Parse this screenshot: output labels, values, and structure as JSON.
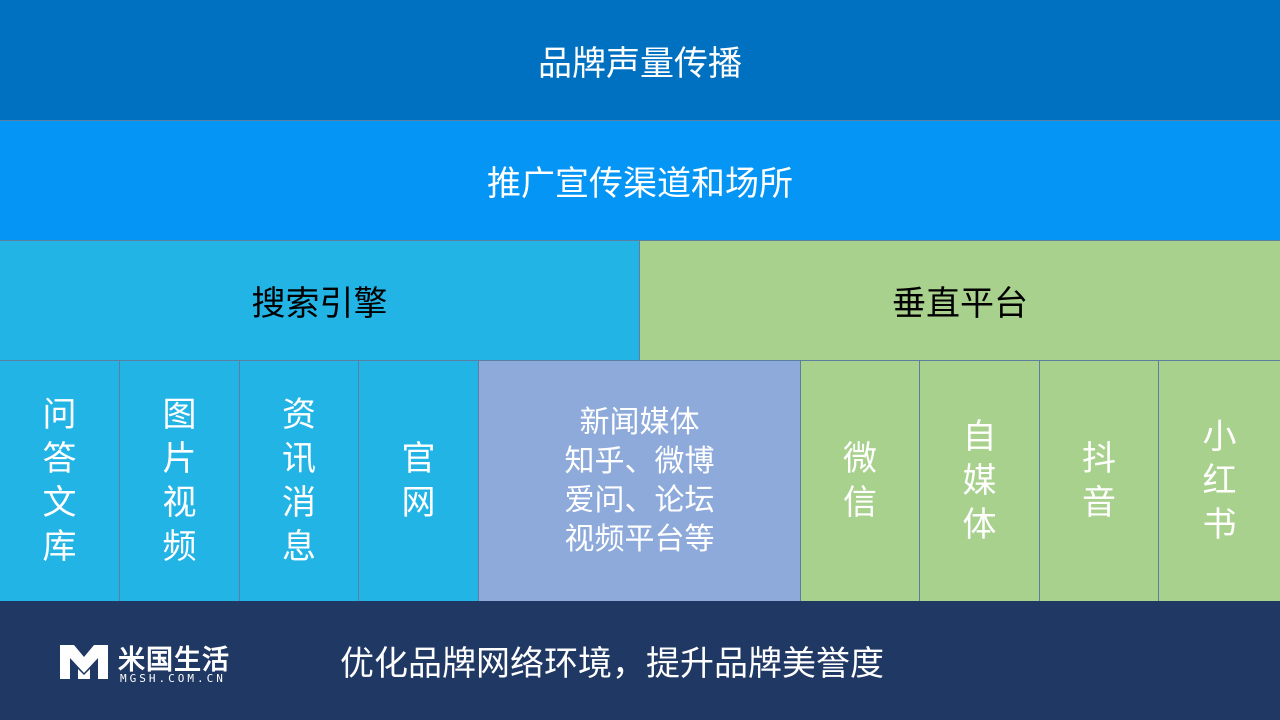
{
  "top_band": {
    "title": "品牌声量传播"
  },
  "second_band": {
    "title": "推广宣传渠道和场所"
  },
  "categories": {
    "search": "搜索引擎",
    "vertical": "垂直平台"
  },
  "search_channels": [
    {
      "label": "问答文库"
    },
    {
      "label": "图片视频"
    },
    {
      "label": "资讯消息"
    },
    {
      "label": "官网"
    }
  ],
  "media_channel": {
    "lines": [
      "新闻媒体",
      "知乎、微博",
      "爱问、论坛",
      "视频平台等"
    ]
  },
  "vertical_channels": [
    {
      "label": "微信"
    },
    {
      "label": "自媒体"
    },
    {
      "label": "抖音"
    },
    {
      "label": "小红书"
    }
  ],
  "footer": {
    "logo_name": "米国生活",
    "logo_url": "MGSH.COM.CN",
    "slogan": "优化品牌网络环境，提升品牌美誉度"
  },
  "colors": {
    "top_band": "#0070c0",
    "second_band": "#0596f5",
    "search": "#23b4e6",
    "media": "#8eaadb",
    "vertical": "#a9d18e",
    "footer": "#203864"
  }
}
